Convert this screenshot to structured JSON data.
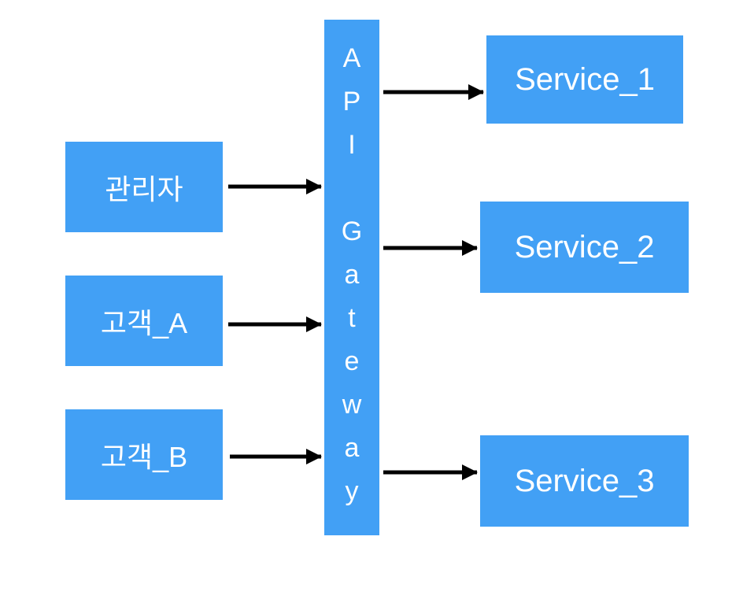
{
  "colors": {
    "box_fill": "#42A0F5",
    "box_text": "#FFFFFF",
    "arrow": "#000000",
    "background": "#FFFFFF"
  },
  "nodes": {
    "admin": {
      "label": "관리자"
    },
    "customer_a": {
      "label": "고객_A"
    },
    "customer_b": {
      "label": "고객_B"
    },
    "gateway": {
      "label": "API Gateway",
      "display_text": "A\nP\nI\n\nG\na\nt\ne\nw\na\ny"
    },
    "service_1": {
      "label": "Service_1"
    },
    "service_2": {
      "label": "Service_2"
    },
    "service_3": {
      "label": "Service_3"
    }
  },
  "connections": [
    {
      "from": "관리자",
      "to": "API Gateway"
    },
    {
      "from": "고객_A",
      "to": "API Gateway"
    },
    {
      "from": "고객_B",
      "to": "API Gateway"
    },
    {
      "from": "API Gateway",
      "to": "Service_1"
    },
    {
      "from": "API Gateway",
      "to": "Service_2"
    },
    {
      "from": "API Gateway",
      "to": "Service_3"
    }
  ]
}
